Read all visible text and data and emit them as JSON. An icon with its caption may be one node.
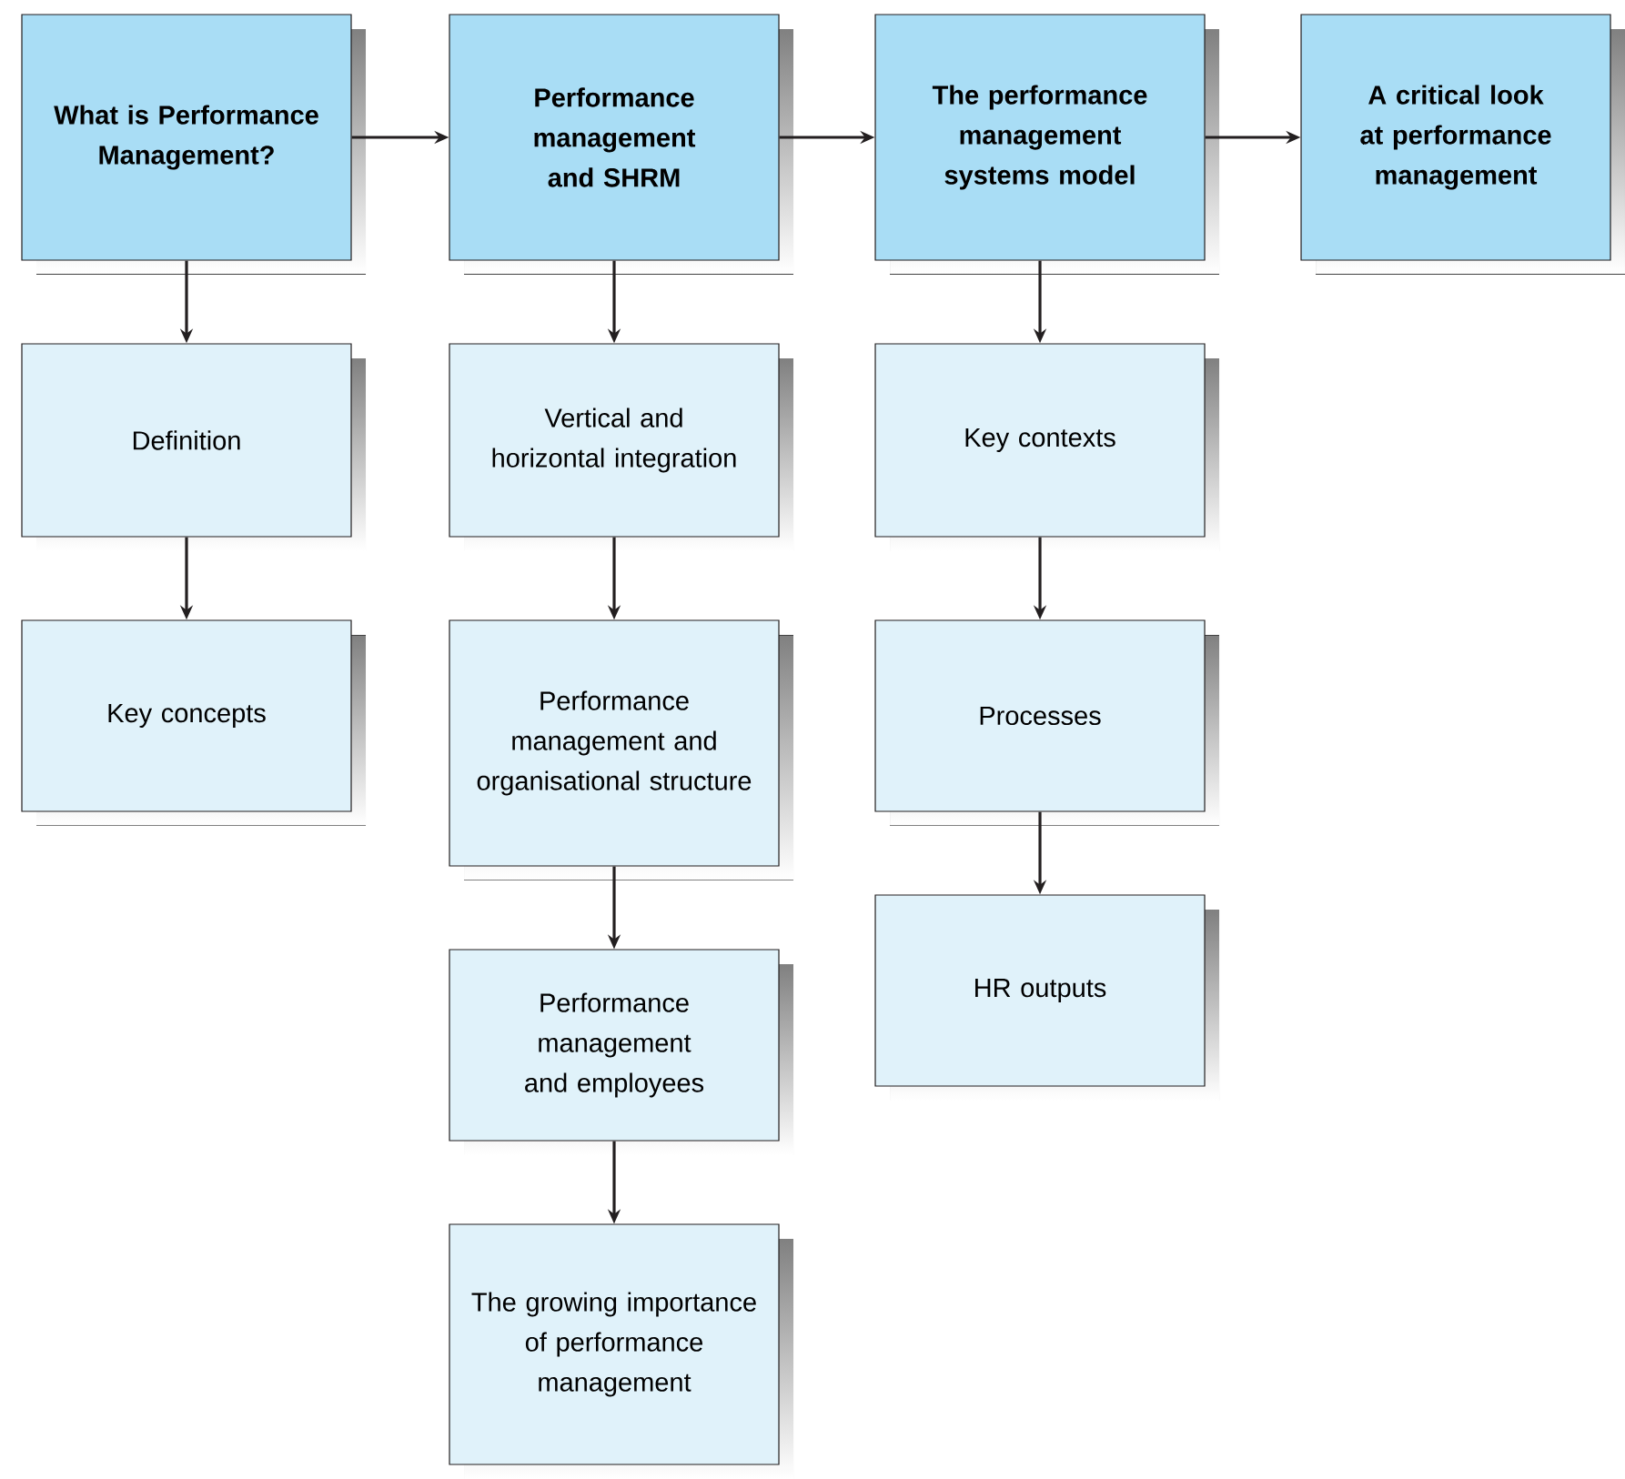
{
  "diagram": {
    "nodes": [
      {
        "text": [
          "What is Performance Management?"
        ]
      },
      {
        "text": [
          "Performance management and SHRM"
        ]
      },
      {
        "text": [
          "The performance management systems model"
        ]
      },
      {
        "text": [
          "A critical look at performance management"
        ]
      },
      {
        "text": [
          "Definition"
        ]
      },
      {
        "text": [
          "Key concepts"
        ]
      },
      {
        "text": [
          "Vertical and horizontal integration"
        ]
      },
      {
        "text": [
          "Performance management and organisational structure"
        ]
      },
      {
        "text": [
          "Performance management and employees"
        ]
      },
      {
        "text": [
          "The growing importance of performance management"
        ]
      },
      {
        "text": [
          "Key contexts"
        ]
      },
      {
        "text": [
          "Processes"
        ]
      },
      {
        "text": [
          "HR outputs"
        ]
      }
    ],
    "edges": [
      {
        "from": 0,
        "to": 1,
        "arrow": "to"
      },
      {
        "from": 1,
        "to": 2,
        "arrow": "to"
      },
      {
        "from": 2,
        "to": 3,
        "arrow": "to"
      },
      {
        "from": 0,
        "to": 4,
        "arrow": "to"
      },
      {
        "from": 4,
        "to": 5,
        "arrow": "to"
      },
      {
        "from": 1,
        "to": 6,
        "arrow": "to"
      },
      {
        "from": 6,
        "to": 7,
        "arrow": "to"
      },
      {
        "from": 7,
        "to": 8,
        "arrow": "to"
      },
      {
        "from": 8,
        "to": 9,
        "arrow": "to"
      },
      {
        "from": 2,
        "to": 10,
        "arrow": "to"
      },
      {
        "from": 10,
        "to": 11,
        "arrow": "to"
      },
      {
        "from": 11,
        "to": 12,
        "arrow": "to"
      }
    ]
  }
}
